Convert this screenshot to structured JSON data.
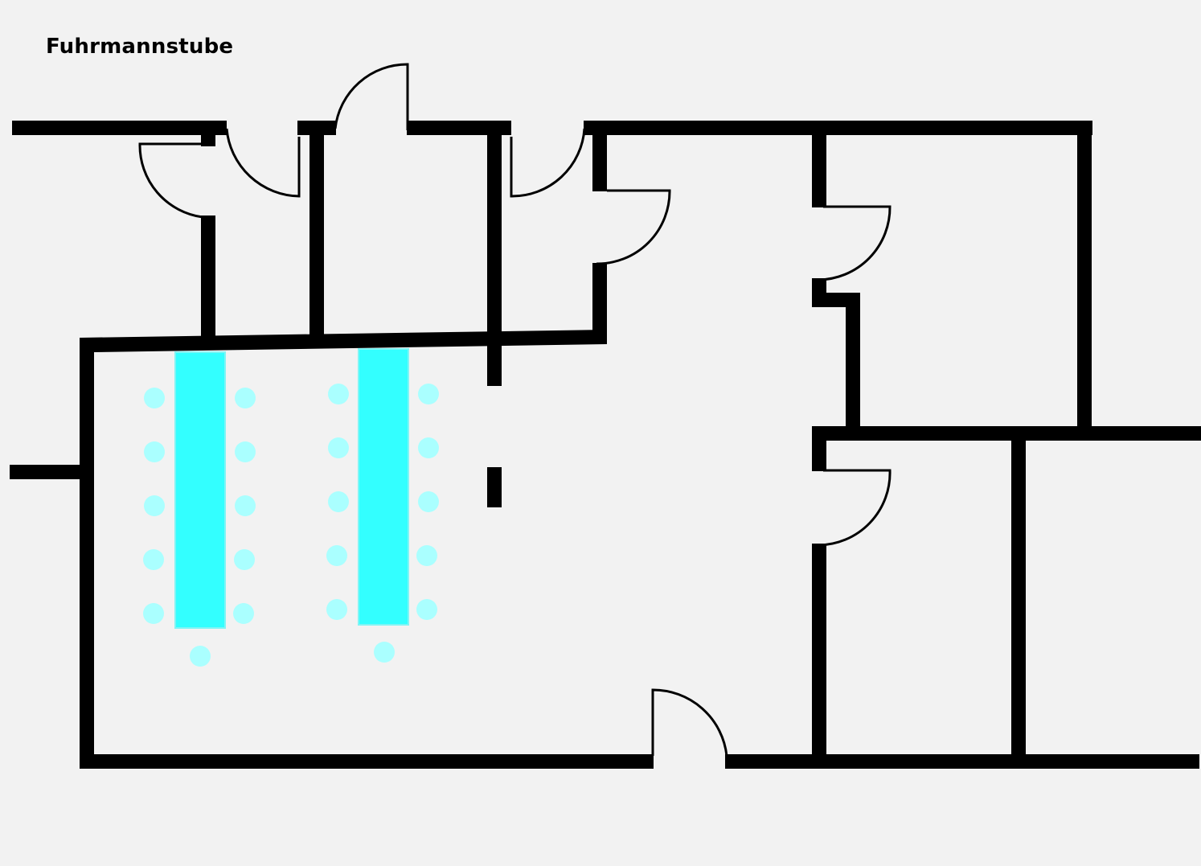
{
  "title": "Fuhrmannstube",
  "colors": {
    "background": "#f2f2f2",
    "wall": "#000000",
    "table": "#33ffff",
    "chair": "#aaffff"
  },
  "seating": {
    "tables": 2,
    "chairs_per_table": 11,
    "total_chairs": 22
  }
}
